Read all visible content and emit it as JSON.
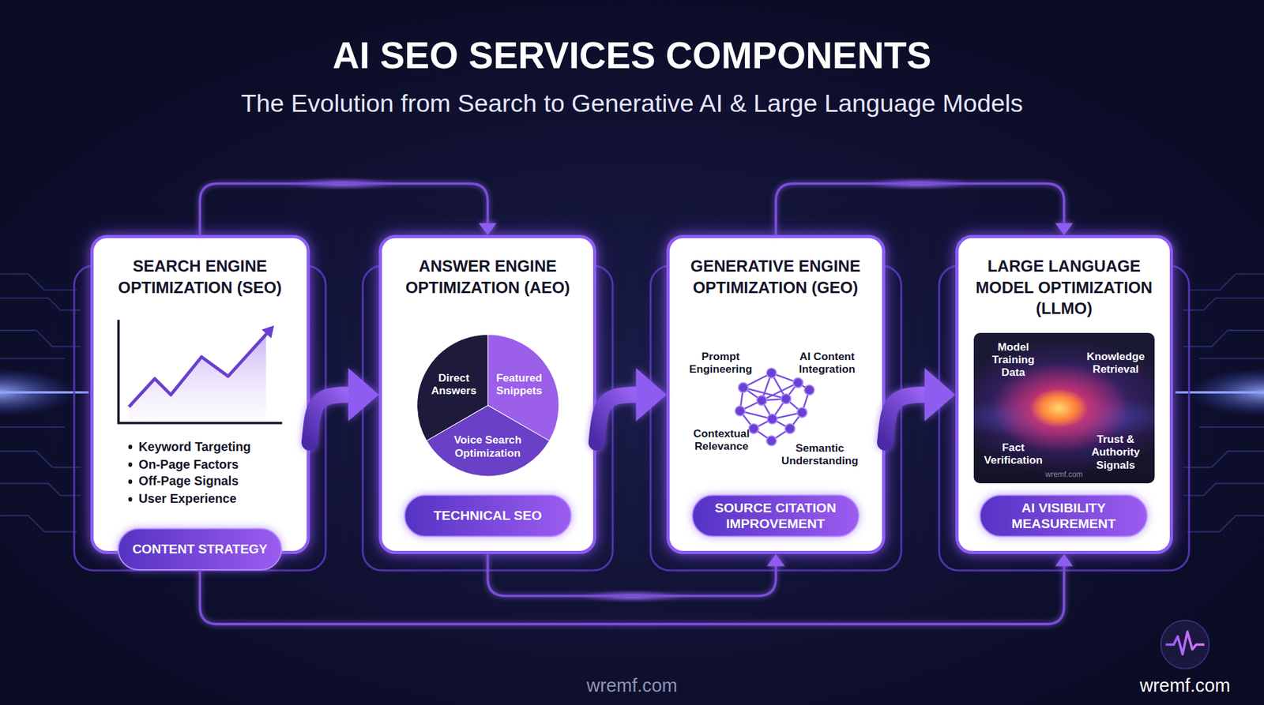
{
  "diagram": {
    "title": "AI SEO SERVICES COMPONENTS",
    "caption": "The Evolution from Search to Generative AI & Large Language Models",
    "nodes": [
      {
        "text": [
          "SEARCH ENGINE OPTIMIZATION (SEO)",
          "Keyword Targeting",
          "On-Page Factors",
          "Off-Page Signals",
          "User Experience"
        ]
      },
      {
        "text": [
          "CONTENT STRATEGY"
        ],
        "in": 0
      },
      {
        "text": [
          "ANSWER ENGINE OPTIMIZATION (AEO)"
        ]
      },
      {
        "text": [
          "Direct Answers",
          "Featured Snippets",
          "Voice Search Optimization"
        ],
        "in": 2
      },
      {
        "text": [
          "TECHNICAL SEO"
        ],
        "in": 2
      },
      {
        "text": [
          "GENERATIVE ENGINE OPTIMIZATION (GEO)",
          "Prompt Engineering",
          "AI Content Integration",
          "Contextual Relevance",
          "Semantic Understanding"
        ]
      },
      {
        "text": [
          "SOURCE CITATION IMPROVEMENT"
        ],
        "in": 5
      },
      {
        "text": [
          "LARGE LANGUAGE MODEL OPTIMIZATION (LLMO)"
        ]
      },
      {
        "text": [
          "Model Training Data",
          "Knowledge Retrieval",
          "Fact Verification",
          "Trust & Authority Signals"
        ],
        "in": 7
      },
      {
        "text": [
          "AI VISIBILITY MEASUREMENT"
        ],
        "in": 7
      }
    ],
    "edges": [
      {
        "from": 0,
        "to": 2,
        "arrow": "to"
      },
      {
        "from": 2,
        "to": 5,
        "arrow": "to"
      },
      {
        "from": 5,
        "to": 7,
        "arrow": "to"
      },
      {
        "from": 0,
        "to": 2,
        "arrow": "to"
      },
      {
        "from": 5,
        "to": 7,
        "arrow": "to"
      },
      {
        "from": 2,
        "to": 5,
        "arrow": "to"
      },
      {
        "from": 1,
        "to": 7,
        "arrow": "to"
      }
    ],
    "labels": [
      "wremf.com",
      "wremf.com",
      "wremf.com"
    ]
  }
}
